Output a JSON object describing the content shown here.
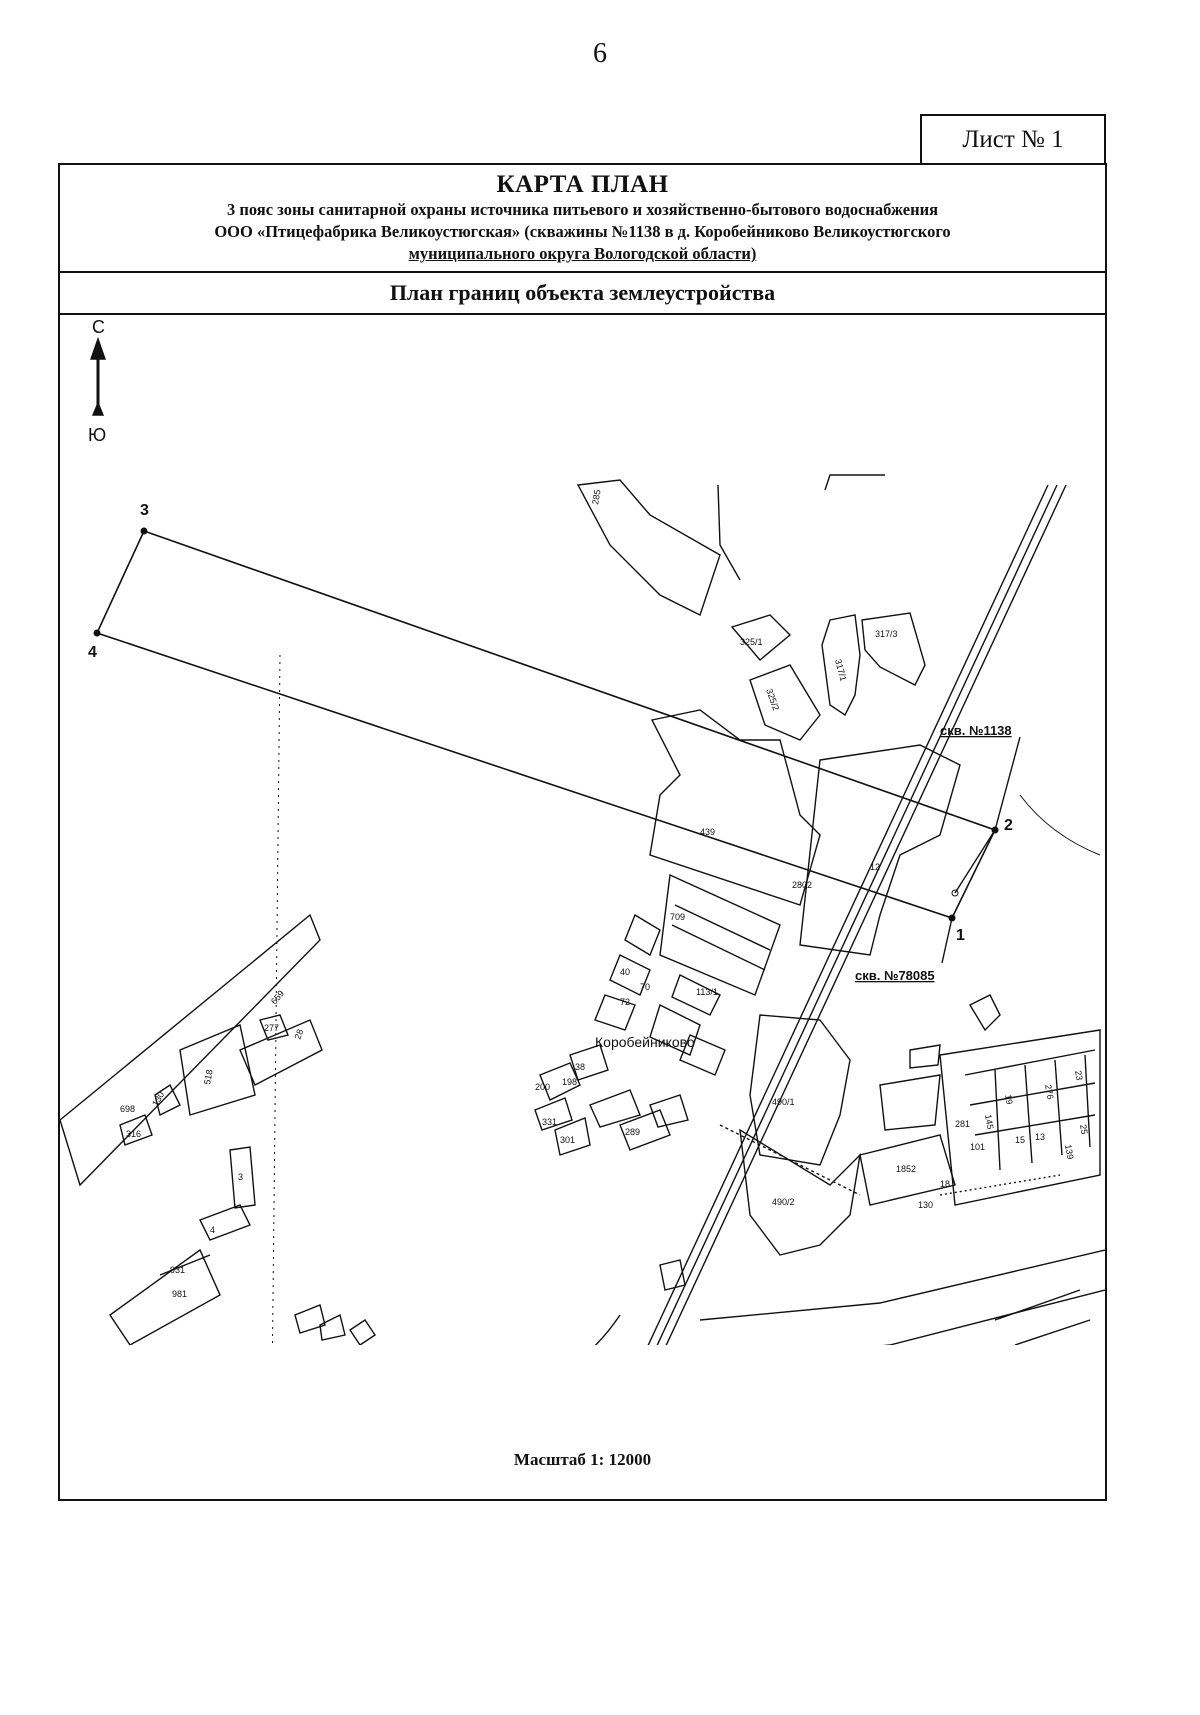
{
  "page_number": "6",
  "sheet_label": "Лист № 1",
  "header": {
    "title": "КАРТА ПЛАН",
    "line1": "3 пояс зоны санитарной охраны источника питьевого и хозяйственно-бытового водоснабжения",
    "line2": "ООО «Птицефабрика Великоустюгская» (скважины №1138 в д. Коробейниково Великоустюгского",
    "line3": "муниципального округа Вологодской области)"
  },
  "plan_title": "План границ объекта землеустройства",
  "compass": {
    "north": "С",
    "south": "Ю"
  },
  "boundary_points": [
    {
      "id": "1",
      "label": "1"
    },
    {
      "id": "2",
      "label": "2"
    },
    {
      "id": "3",
      "label": "3"
    },
    {
      "id": "4",
      "label": "4"
    }
  ],
  "wells": [
    {
      "label": "скв. №1138"
    },
    {
      "label": "скв. №78085"
    }
  ],
  "village_label": "Коробейниково",
  "parcels": [
    "285",
    "325/1",
    "317/1",
    "317/3",
    "325/2",
    "439",
    "12",
    "2802",
    "709",
    "113/1",
    "40",
    "70",
    "38",
    "72",
    "198",
    "200",
    "331",
    "301",
    "289",
    "490/1",
    "490/2",
    "659",
    "277",
    "28",
    "518",
    "698",
    "130",
    "316",
    "3",
    "4",
    "931",
    "981",
    "131",
    "1852",
    "281",
    "130",
    "15",
    "276",
    "23",
    "25",
    "19",
    "13",
    "139",
    "101",
    "145",
    "18"
  ],
  "scale": "Масштаб 1: 12000",
  "colors": {
    "ink": "#111111",
    "paper": "#ffffff"
  }
}
